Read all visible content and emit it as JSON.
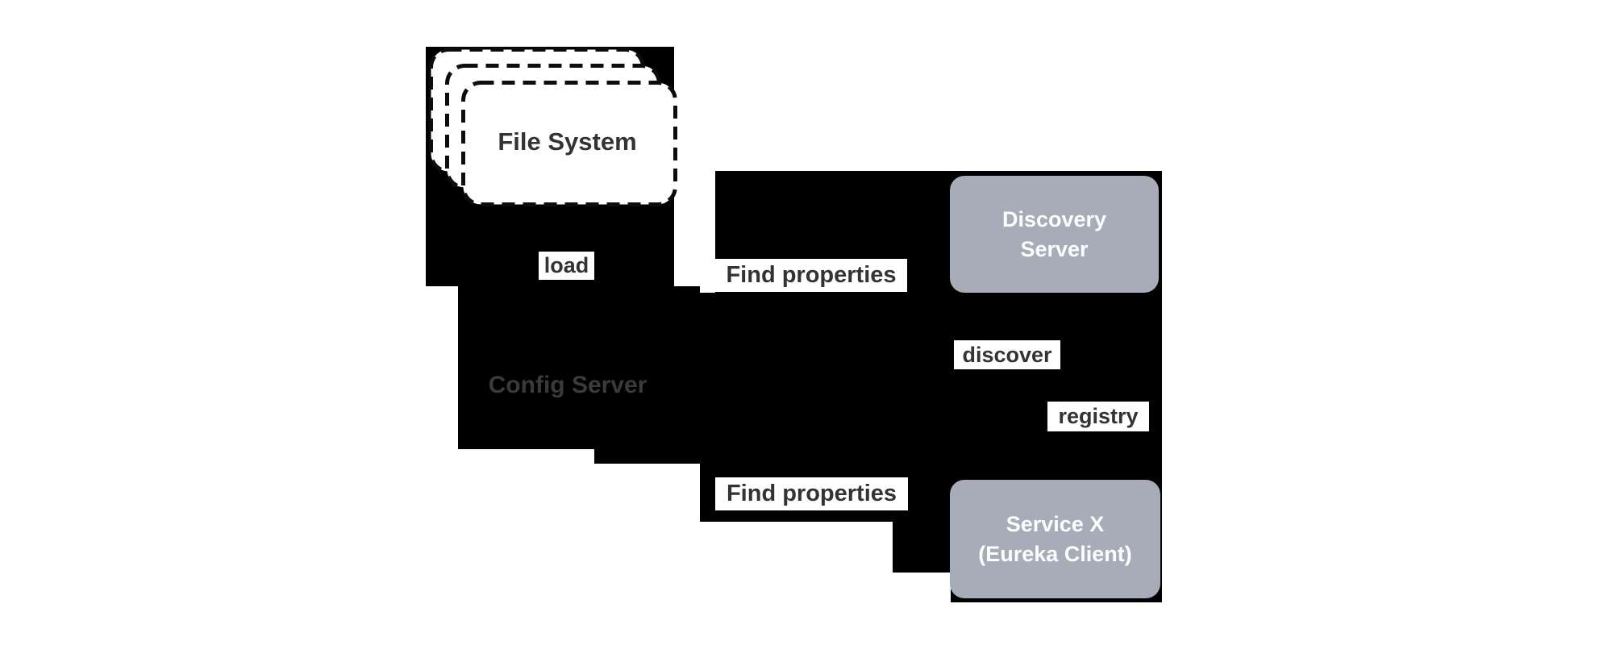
{
  "diagram": {
    "nodes": {
      "file_system": {
        "label": "File System"
      },
      "config_server": {
        "label": "Config Server"
      },
      "discovery_server": {
        "line1": "Discovery",
        "line2": "Server"
      },
      "service_x": {
        "line1": "Service X",
        "line2": "(Eureka Client)"
      }
    },
    "labels": {
      "load": "load",
      "find_properties_top": "Find properties",
      "find_properties_bottom": "Find properties",
      "discover": "discover",
      "registry": "registry"
    },
    "colors": {
      "backdrop": "#000000",
      "node_fill": "#a7acb8",
      "node_text": "#fdfdfd",
      "label_bg": "#ffffff",
      "label_text": "#333333",
      "config_text": "#3a3a3a",
      "card_fill": "#ffffff",
      "card_border": "#0d0d0d",
      "page_bg": "#ffffff"
    }
  }
}
